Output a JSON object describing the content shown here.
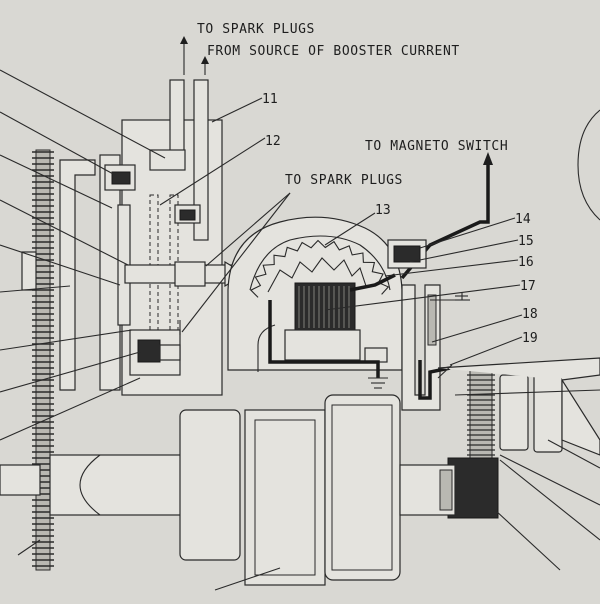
{
  "diagram": {
    "labels": {
      "to_spark_plugs_top": "TO SPARK PLUGS",
      "from_booster": "FROM SOURCE OF BOOSTER CURRENT",
      "to_magneto_switch": "TO MAGNETO SWITCH",
      "to_spark_plugs_mid": "TO SPARK PLUGS"
    },
    "callouts": [
      "11",
      "12",
      "13",
      "14",
      "15",
      "16",
      "17",
      "18",
      "19"
    ]
  }
}
